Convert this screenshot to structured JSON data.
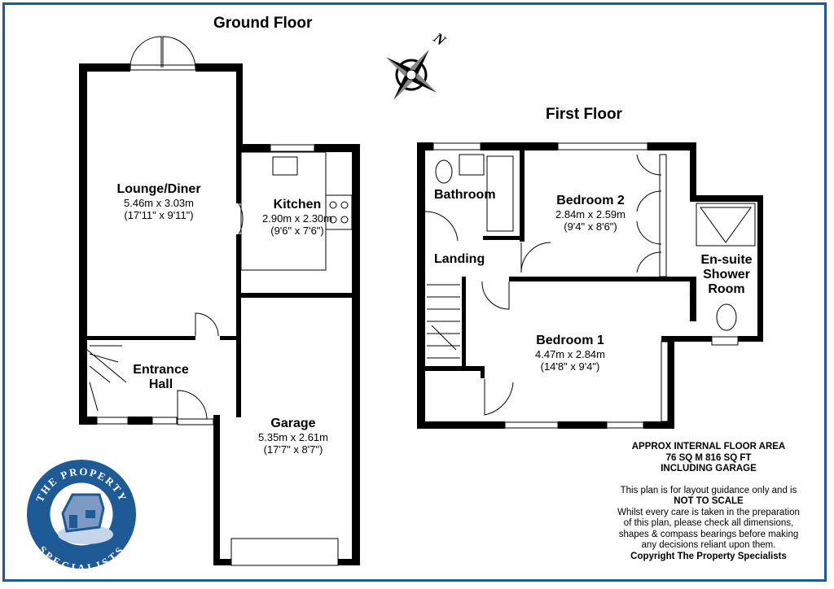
{
  "titles": {
    "ground": "Ground Floor",
    "first": "First Floor"
  },
  "compass": {
    "north_label": "N"
  },
  "rooms": {
    "lounge": {
      "name": "Lounge/Diner",
      "metric": "5.46m x 3.03m",
      "imperial": "(17'11\" x 9'11\")"
    },
    "kitchen": {
      "name": "Kitchen",
      "metric": "2.90m x 2.30m",
      "imperial": "(9'6\" x 7'6\")"
    },
    "hall": {
      "name1": "Entrance",
      "name2": "Hall"
    },
    "garage": {
      "name": "Garage",
      "metric": "5.35m x 2.61m",
      "imperial": "(17'7\" x 8'7\")"
    },
    "bathroom": {
      "name": "Bathroom"
    },
    "bedroom2": {
      "name": "Bedroom 2",
      "metric": "2.84m x 2.59m",
      "imperial": "(9'4\" x 8'6\")"
    },
    "landing": {
      "name": "Landing"
    },
    "ensuite": {
      "name1": "En-suite",
      "name2": "Shower",
      "name3": "Room"
    },
    "bedroom1": {
      "name": "Bedroom 1",
      "metric": "4.47m x 2.84m",
      "imperial": "(14'8\" x 9'4\")"
    }
  },
  "area": {
    "line1": "APPROX INTERNAL FLOOR AREA",
    "line2": "76 SQ M 816 SQ FT",
    "line3": "INCLUDING GARAGE"
  },
  "disclaimer": {
    "line1": "This plan is for layout guidance only and is",
    "line2": "NOT TO SCALE",
    "line3": "Whilst every care is taken in the preparation",
    "line4": "of this plan, please check all dimensions,",
    "line5": "shapes & compass bearings before making",
    "line6": "any decisions reliant upon them.",
    "copyright": "Copyright The Property Specialists"
  },
  "logo": {
    "top_text": "THE PROPERTY",
    "bottom_text": "SPECIALISTS"
  },
  "colors": {
    "brand_blue": "#1d5a96",
    "wall": "#000000"
  }
}
